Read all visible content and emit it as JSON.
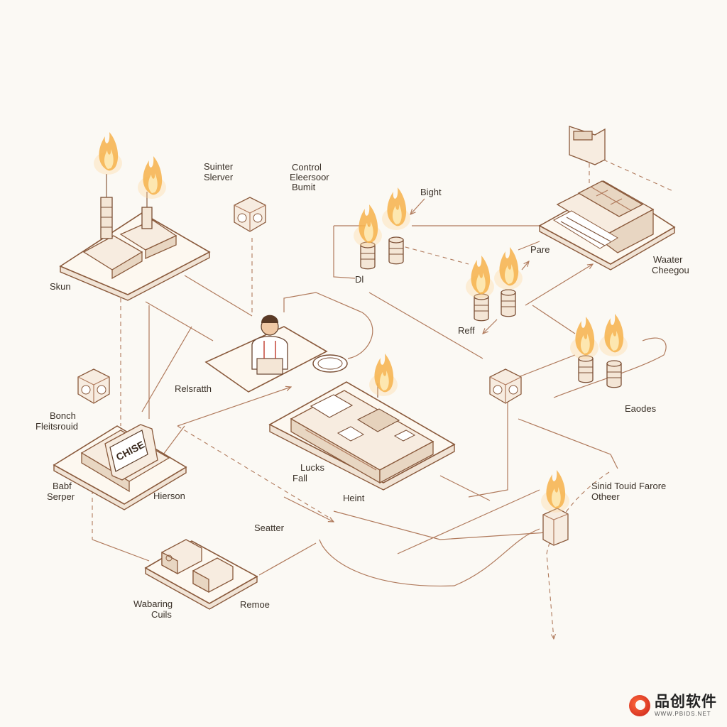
{
  "labels": {
    "suinter_server": [
      "Suinter",
      "Slerver"
    ],
    "control": [
      "Control",
      "Eleersoor",
      "Bumit"
    ],
    "bight": "Bight",
    "pare": "Pare",
    "waater": [
      "Waater",
      "Cheegou"
    ],
    "skun": "Skun",
    "di": "Dl",
    "reff": "Reff",
    "relsratth": "Relsratth",
    "bonch": [
      "Bonch",
      "Fleitsrouid"
    ],
    "eaodes": "Eaodes",
    "lucks_fall": [
      "Lucks",
      "Fall"
    ],
    "babf_serper": [
      "Babf",
      "Serper"
    ],
    "hierson": "Hierson",
    "heint": "Heint",
    "sinid": [
      "Sinid Touid Farore",
      "Otheer"
    ],
    "seatter": "Seatter",
    "wabaring": [
      "Wabaring",
      "Cuils"
    ],
    "remoe": "Remoe"
  },
  "server_card": "CHISE",
  "logo": {
    "name": "品创软件",
    "url": "WWW.PBIDS.NET"
  },
  "colors": {
    "line": "#b07a5c",
    "stroke": "#8a5a3c",
    "flame": "#f6b14a",
    "paper": "#fbf9f4"
  }
}
